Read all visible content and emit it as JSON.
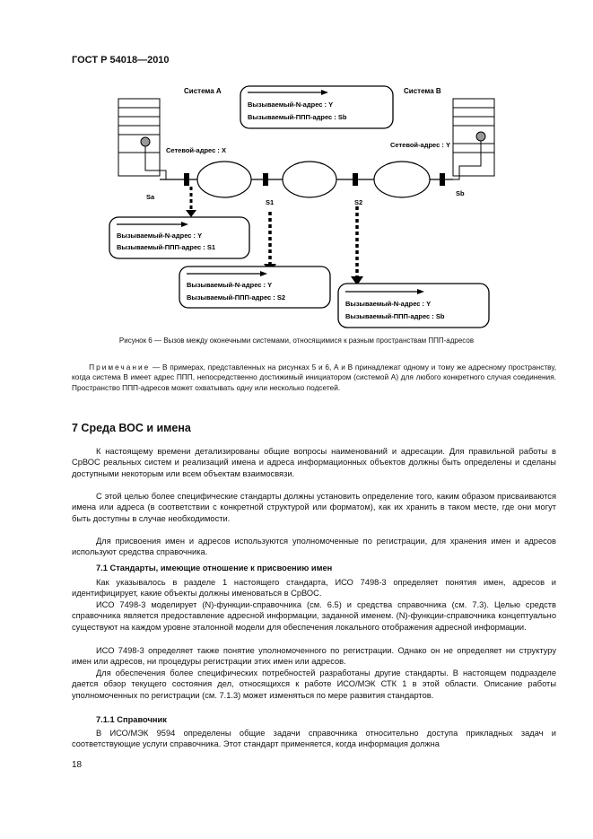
{
  "header": {
    "doc_code": "ГОСТ Р 54018—2010"
  },
  "figure": {
    "system_a_label": "Система А",
    "system_b_label": "Система В",
    "net_addr_a": "Сетевой-адрес : X",
    "net_addr_b": "Сетевой-адрес : Y",
    "node_sa": "Sa",
    "node_s1": "S1",
    "node_s2": "S2",
    "node_sb": "Sb",
    "box_top": {
      "line1": "Вызываемый-N-адрес : Y",
      "line2": "Вызываемый-ППП-адрес : Sb"
    },
    "box_s1": {
      "line1": "Вызываемый-N-адрес : Y",
      "line2": "Вызываемый-ППП-адрес : S1"
    },
    "box_s2": {
      "line1": "Вызываемый-N-адрес : Y",
      "line2": "Вызываемый-ППП-адрес : S2"
    },
    "box_sb": {
      "line1": "Вызываемый-N-адрес : Y",
      "line2": "Вызываемый-ППП-адрес : Sb"
    },
    "caption": "Рисунок 6 — Вызов между оконечными системами, относящимися к разным пространствам ППП-адресов"
  },
  "note": {
    "label": "Примечание",
    "text": " — В примерах, представленных на рисунках 5 и 6, А и В принадлежат одному и тому же адресному пространству, когда система В имеет адрес ППП, непосредственно достижимый инициатором (системой А) для любого конкретного случая соединения. Пространство ППП-адресов может охватывать одну или несколько подсетей."
  },
  "section7": {
    "title": "7 Среда ВОС и имена",
    "p1": "К настоящему времени детализированы общие вопросы наименований и адресации. Для правильной работы в СрВОС реальных систем и реализаций имена и адреса информационных объектов должны быть определены и сделаны доступными некоторым или всем объектам взаимосвязи.",
    "p2": "С этой целью более специфические стандарты должны установить определение того, каким образом присваиваются имена или адреса (в соответствии с конкретной структурой или форматом), как их хранить в таком месте, где они могут быть доступны в случае необходимости.",
    "p3": "Для присвоения имен и адресов используются уполномоченные по регистрации, для хранения имен и адресов используют средства справочника."
  },
  "section71": {
    "title": "7.1 Стандарты, имеющие отношение к присвоению имен",
    "p1": "Как указывалось в разделе 1 настоящего стандарта, ИСО 7498-3 определяет понятия имен, адресов и идентифицирует, какие объекты должны именоваться в СрВОС.",
    "p2": "ИСО 7498-3 моделирует (N)-функции-справочника (см. 6.5) и средства справочника (см. 7.3). Целью средств справочника является предоставление адресной информации, заданной именем. (N)-функции-справочника концептуально существуют на каждом уровне эталонной модели для обеспечения локального отображения адресной информации.",
    "p3": "ИСО 7498-3 определяет также понятие уполномоченного по регистрации. Однако он не определяет ни структуру имен или адресов, ни процедуры регистрации этих имен или адресов.",
    "p4": "Для обеспечения более специфических потребностей разработаны другие стандарты. В настоящем подразделе дается обзор текущего состояния дел, относящихся к работе ИСО/МЭК СТК 1 в этой области. Описание работы уполномоченных по регистрации (см. 7.1.3) может изменяться по мере развития стандартов."
  },
  "section711": {
    "title": "7.1.1 Справочник",
    "p1": "В ИСО/МЭК 9594 определены общие задачи справочника относительно доступа прикладных задач и соответствующие услуги справочника. Этот стандарт применяется, когда информация должна"
  },
  "page_number": "18"
}
